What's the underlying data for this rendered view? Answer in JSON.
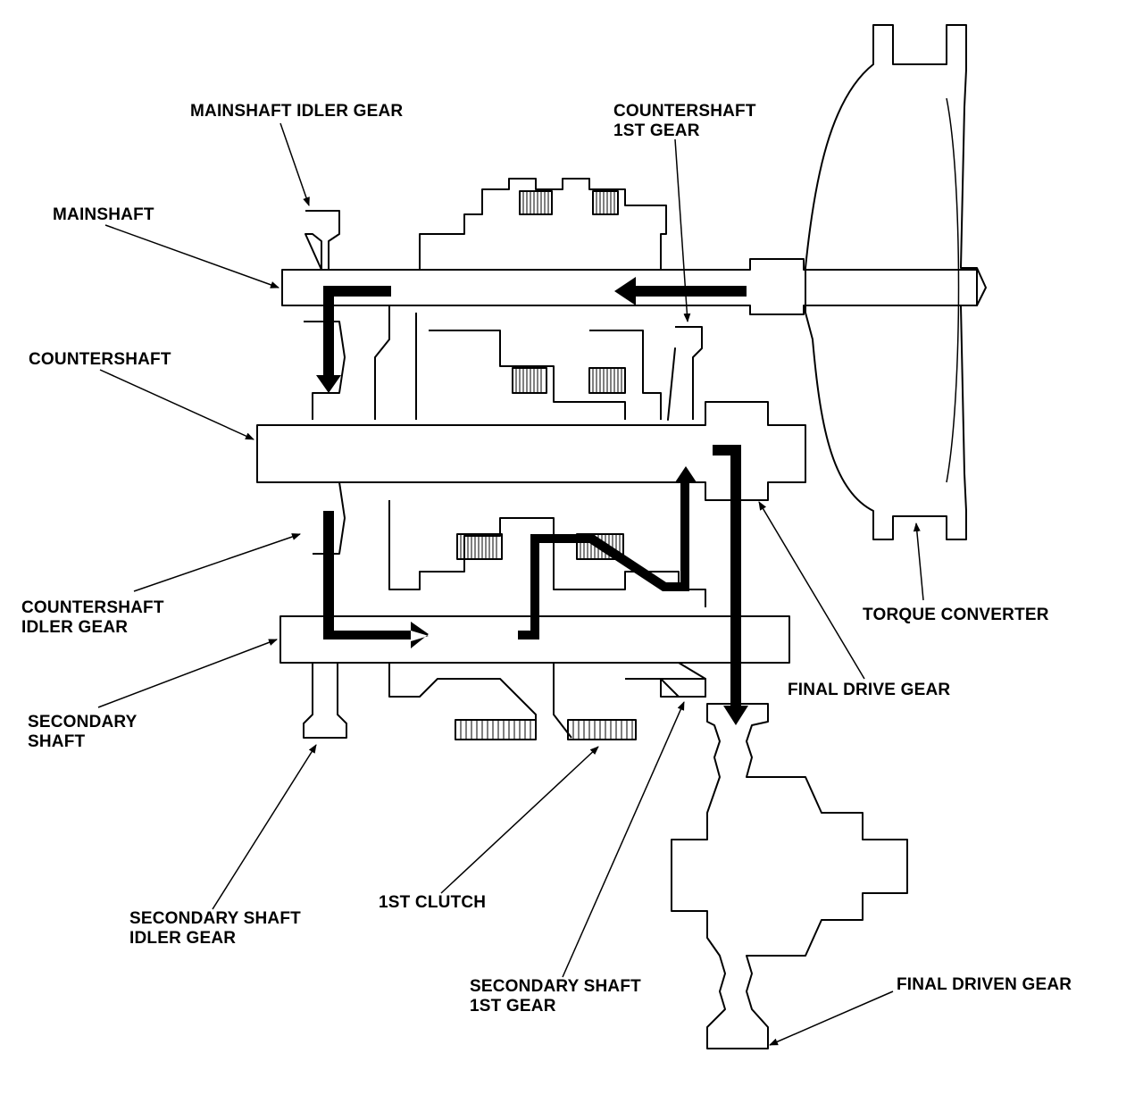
{
  "colors": {
    "ink": "#000000",
    "paper": "#ffffff"
  },
  "labels": {
    "mainshaft_idler_gear": "MAINSHAFT IDLER GEAR",
    "countershaft_1st_gear": [
      "COUNTERSHAFT",
      "1ST GEAR"
    ],
    "mainshaft": "MAINSHAFT",
    "countershaft": "COUNTERSHAFT",
    "countershaft_idler_gear": [
      "COUNTERSHAFT",
      "IDLER GEAR"
    ],
    "torque_converter": "TORQUE CONVERTER",
    "final_drive_gear": "FINAL DRIVE GEAR",
    "secondary_shaft": [
      "SECONDARY",
      "SHAFT"
    ],
    "first_clutch": "1ST CLUTCH",
    "secondary_shaft_idler_gear": [
      "SECONDARY SHAFT",
      "IDLER GEAR"
    ],
    "secondary_shaft_1st_gear": [
      "SECONDARY SHAFT",
      "1ST GEAR"
    ],
    "final_driven_gear": "FINAL DRIVEN GEAR"
  }
}
